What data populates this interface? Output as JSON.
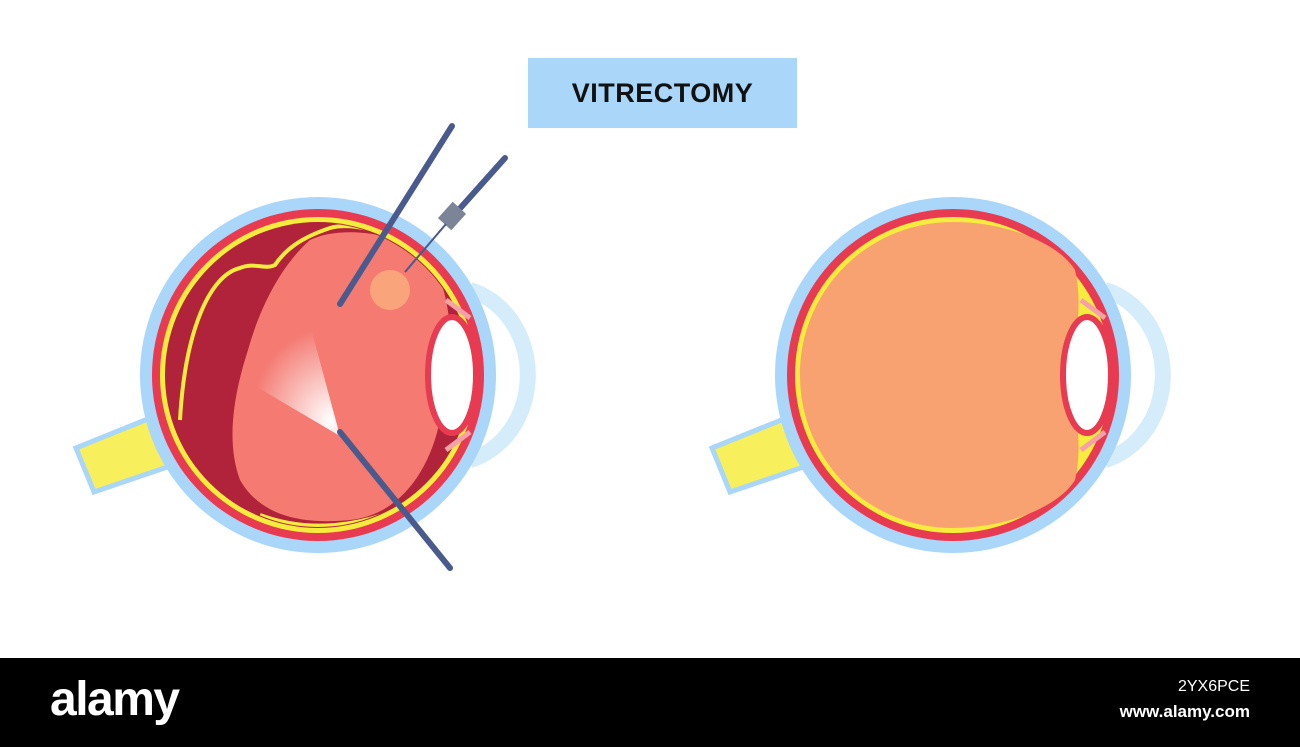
{
  "title": "VITRECTOMY",
  "footer": {
    "brand": "alamy",
    "image_id": "2YX6PCE",
    "site": "www.alamy.com"
  },
  "colors": {
    "title_bg": "#a9d6f9",
    "sclera_outer": "#a9d6f9",
    "choroid": "#e83b52",
    "retina": "#f6ec3d",
    "hemorrhage": "#b0233a",
    "vitreous_diseased": "#f47a72",
    "vitreous_healthy": "#f9a271",
    "cornea": "#c9e6fa",
    "lens": "#ffffff",
    "optic_nerve": "#f7ef5c",
    "instrument": "#4a5a8c",
    "footer_bg": "#000000"
  }
}
